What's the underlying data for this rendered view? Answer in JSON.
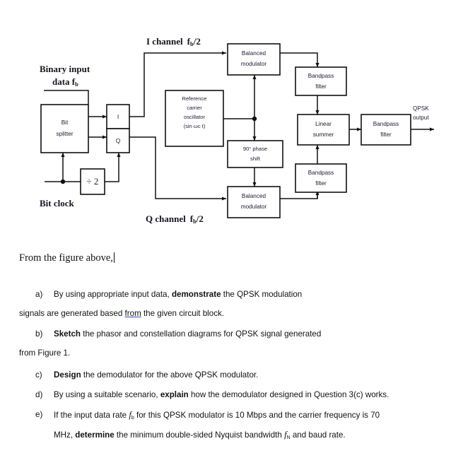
{
  "figure": {
    "labels": {
      "i_channel": "I channel",
      "i_channel_rate": "f",
      "i_channel_rate_sub": "b",
      "i_channel_rate_div": "/2",
      "binary_input_line1": "Binary input",
      "binary_input_line2": "data f",
      "binary_input_sub": "b",
      "bit_clock": "Bit clock",
      "q_channel": "Q channel",
      "q_channel_rate": "f",
      "q_channel_rate_sub": "b",
      "q_channel_rate_div": "/2",
      "qpsk_output_line1": "QPSK",
      "qpsk_output_line2": "output"
    },
    "blocks": {
      "bit_splitter": {
        "line1": "Bit",
        "line2": "splitter"
      },
      "i_register": {
        "label": "I"
      },
      "q_register": {
        "label": "Q"
      },
      "divider": {
        "label": "÷ 2"
      },
      "reference_oscillator": {
        "line1": "Reference",
        "line2": "carrier",
        "line3": "oscillator",
        "line4": "(sin ωc t)"
      },
      "phase_shift": {
        "line1": "90° phase",
        "line2": "shift"
      },
      "balanced_modulator_top": {
        "line1": "Balanced",
        "line2": "modulator"
      },
      "balanced_modulator_bottom": {
        "line1": "Balanced",
        "line2": "modulator"
      },
      "bandpass_filter_top": {
        "line1": "Bandpass",
        "line2": "filter"
      },
      "bandpass_filter_bottom": {
        "line1": "Bandpass",
        "line2": "filter"
      },
      "linear_summer": {
        "line1": "Linear",
        "line2": "summer"
      },
      "bandpass_filter_output": {
        "line1": "Bandpass",
        "line2": "filter"
      }
    },
    "colors": {
      "line": "#111111",
      "block_text": "#1b1b33",
      "label_text": "#141422",
      "background": "#ffffff"
    }
  },
  "prose": {
    "intro": "From the figure above,",
    "items": [
      {
        "marker": "a)",
        "lines": [
          "By using appropriate input data, <b>demonstrate</b> the QPSK modulation",
          "signals are generated based <span class=\"u-link\">from</span> the given circuit block."
        ]
      },
      {
        "marker": "b)",
        "lines": [
          "<b>Sketch</b> the phasor and constellation diagrams for QPSK signal generated",
          "from Figure 1."
        ]
      },
      {
        "marker": "c)",
        "lines": [
          "<b>Design</b> the demodulator for the above QPSK modulator."
        ]
      },
      {
        "marker": "d)",
        "lines": [
          "By using a suitable scenario, <b>explain</b> how the demodulator designed in Question 3(c) works."
        ]
      },
      {
        "marker": "e)",
        "lines": [
          "If the input data rate <i class=\"var\">f</i><sub class=\"tiny\">b</sub> for this QPSK modulator is 10 Mbps and the carrier frequency is 70",
          "MHz, <b>determine</b> the minimum double-sided Nyquist bandwidth <i class=\"var\">f</i><sub class=\"tiny\">N</sub> and baud rate."
        ]
      }
    ]
  }
}
